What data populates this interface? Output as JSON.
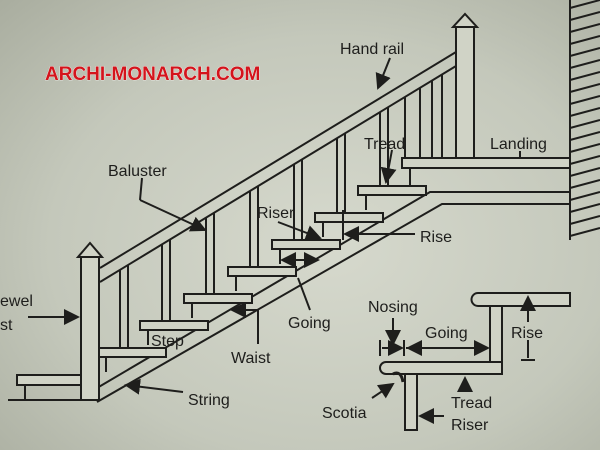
{
  "watermark": "ARCHI-MONARCH.COM",
  "labels": {
    "hand_rail": "Hand rail",
    "tread": "Tread",
    "landing": "Landing",
    "baluster": "Baluster",
    "riser": "Riser",
    "rise": "Rise",
    "newel_line1": "ewel",
    "newel_line2": "st",
    "step": "Step",
    "going": "Going",
    "waist": "Waist",
    "string": "String"
  },
  "detail_labels": {
    "nosing": "Nosing",
    "going": "Going",
    "rise": "Rise",
    "scotia": "Scotia",
    "tread": "Tread",
    "riser": "Riser"
  }
}
